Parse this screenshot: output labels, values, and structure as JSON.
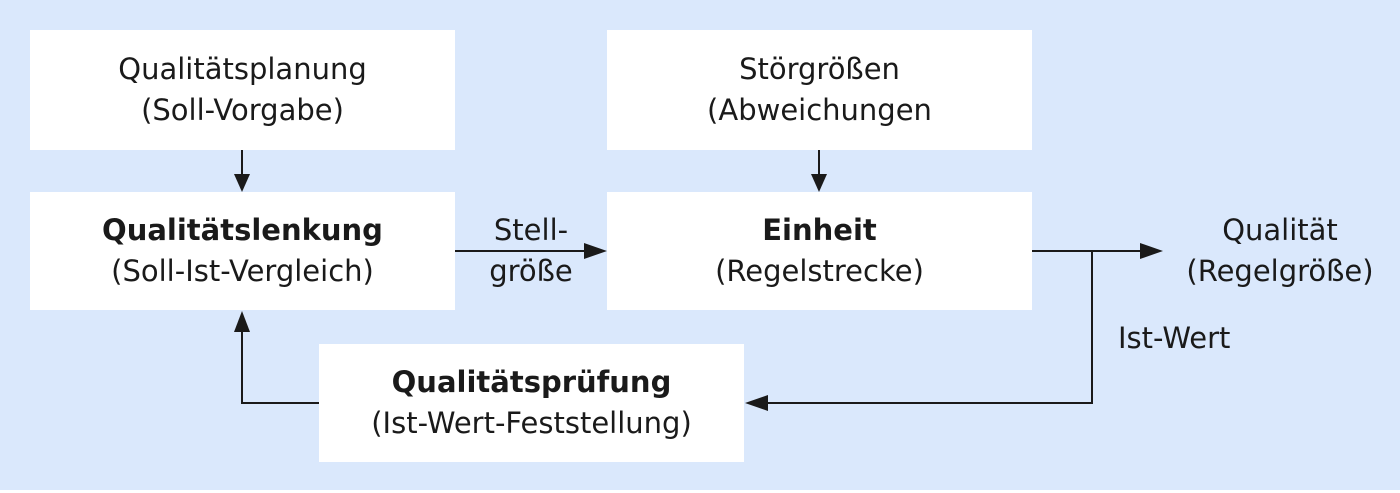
{
  "boxes": {
    "planung": {
      "line1": "Qualitätsplanung",
      "line2": "(Soll-Vorgabe)"
    },
    "stoer": {
      "line1": "Störgrößen",
      "line2": "(Abweichungen"
    },
    "lenkung": {
      "line1": "Qualitätslenkung",
      "line2": "(Soll-Ist-Vergleich)"
    },
    "einheit": {
      "line1": "Einheit",
      "line2": "(Regelstrecke)"
    },
    "pruefung": {
      "line1": "Qualitätsprüfung",
      "line2": "(Ist-Wert-Feststellung)"
    }
  },
  "labels": {
    "stellgroesse": {
      "line1": "Stell-",
      "line2": "größe"
    },
    "qualitaet": {
      "line1": "Qualität",
      "line2": "(Regelgröße)"
    },
    "ist_wert": "Ist-Wert"
  },
  "colors": {
    "background": "#dae8fc",
    "box": "#ffffff",
    "line": "#1a1a1a"
  }
}
